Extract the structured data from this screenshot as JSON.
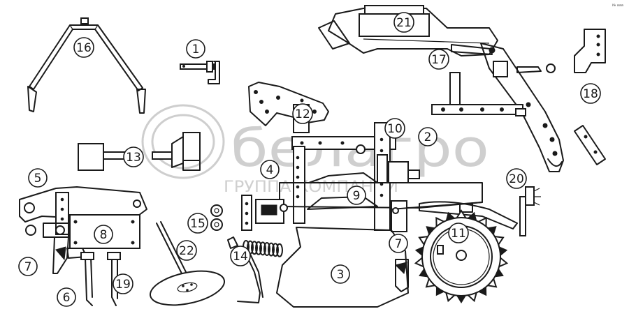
{
  "watermark": {
    "brand": "белагро",
    "tagline": "ГРУППА КОМПАНИЙ"
  },
  "corner_mark": "№ ааа",
  "callouts": [
    {
      "id": "c1",
      "label": "1"
    },
    {
      "id": "c2",
      "label": "2"
    },
    {
      "id": "c3",
      "label": "3"
    },
    {
      "id": "c4",
      "label": "4"
    },
    {
      "id": "c5",
      "label": "5"
    },
    {
      "id": "c6",
      "label": "6"
    },
    {
      "id": "c7a",
      "label": "7"
    },
    {
      "id": "c7b",
      "label": "7"
    },
    {
      "id": "c8",
      "label": "8"
    },
    {
      "id": "c9",
      "label": "9"
    },
    {
      "id": "c10",
      "label": "10"
    },
    {
      "id": "c11",
      "label": "11"
    },
    {
      "id": "c12",
      "label": "12"
    },
    {
      "id": "c13",
      "label": "13"
    },
    {
      "id": "c14",
      "label": "14"
    },
    {
      "id": "c15",
      "label": "15"
    },
    {
      "id": "c16",
      "label": "16"
    },
    {
      "id": "c17",
      "label": "17"
    },
    {
      "id": "c18",
      "label": "18"
    },
    {
      "id": "c19",
      "label": "19"
    },
    {
      "id": "c20",
      "label": "20"
    },
    {
      "id": "c21",
      "label": "21"
    },
    {
      "id": "c22",
      "label": "22"
    }
  ]
}
